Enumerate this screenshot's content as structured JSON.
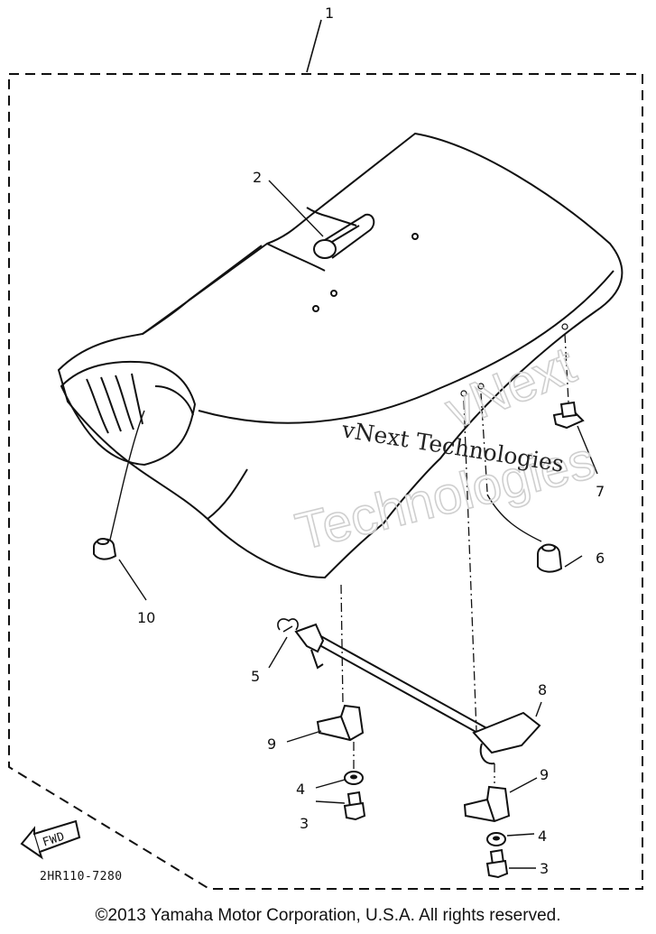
{
  "diagram": {
    "callouts": {
      "c1": "1",
      "c2": "2",
      "c3a": "3",
      "c3b": "3",
      "c4a": "4",
      "c4b": "4",
      "c5": "5",
      "c6": "6",
      "c7": "7",
      "c8": "8",
      "c9a": "9",
      "c9b": "9",
      "c10": "10"
    },
    "fwd_label": "FWD",
    "drawing_code": "2HR110-7280",
    "watermark_outline_1": "vNext",
    "watermark_outline_2": "Technologies",
    "watermark_text": "vNext Technologies"
  },
  "footer": {
    "copyright": "©2013 Yamaha Motor Corporation, U.S.A. All rights reserved."
  }
}
